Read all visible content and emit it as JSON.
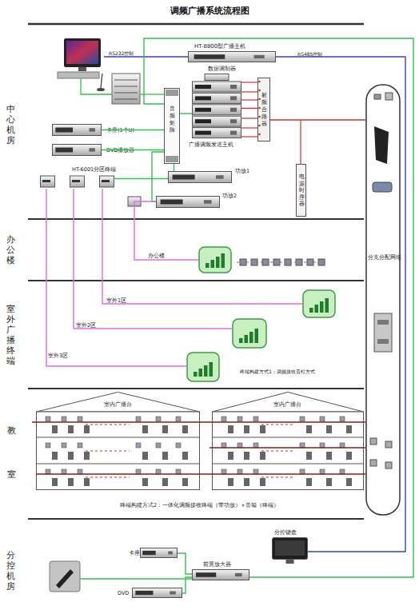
{
  "diagram": {
    "title": "调频广播系统流程图",
    "nodes": [
      {
        "text": [
          "中心机房"
        ]
      },
      {
        "text": [
          "HT-8800型广播主机"
        ],
        "in": 0
      },
      {
        "text": [
          "数据调制器",
          "广播调频发送主机"
        ],
        "in": 0
      },
      {
        "text": [
          "音频矩阵"
        ],
        "in": 0
      },
      {
        "text": [
          "射频合路器"
        ],
        "in": 0
      },
      {
        "text": [
          "卡座(1个U)"
        ],
        "in": 0
      },
      {
        "text": [
          "DVD播放器"
        ],
        "in": 0
      },
      {
        "text": [
          "HT-6001分区终端"
        ],
        "in": 0
      },
      {
        "text": [
          "功放1"
        ],
        "in": 0
      },
      {
        "text": [
          "功放2"
        ],
        "in": 0
      },
      {
        "text": [
          "电源时序器"
        ],
        "in": 0
      },
      {
        "text": [
          "办公楼"
        ]
      },
      {
        "text": [
          "办公楼"
        ],
        "in": 11
      },
      {
        "text": [
          "室外广播终端"
        ]
      },
      {
        "text": [
          "室外1区"
        ],
        "in": 13
      },
      {
        "text": [
          "室外2区"
        ],
        "in": 13
      },
      {
        "text": [
          "室外3区"
        ],
        "in": 13
      },
      {
        "text": [
          "教",
          "室"
        ]
      },
      {
        "text": [
          "室内广播台"
        ],
        "in": 17
      },
      {
        "text": [
          "室内广播台"
        ],
        "in": 17
      },
      {
        "text": [
          "分支分配网络"
        ]
      },
      {
        "text": [
          "分控机房"
        ]
      },
      {
        "text": [
          "卡座"
        ],
        "in": 21
      },
      {
        "text": [
          "前置放大器"
        ],
        "in": 21
      },
      {
        "text": [
          "DVD"
        ],
        "in": 21
      },
      {
        "text": [
          "分控键盘"
        ],
        "in": 21
      }
    ],
    "edges": [
      {
        "from": 1,
        "to": 25,
        "arrow": "none",
        "label": "RS485控制"
      },
      {
        "from": 3,
        "to": 23,
        "arrow": "none"
      },
      {
        "from": 5,
        "to": 3,
        "arrow": "none"
      },
      {
        "from": 6,
        "to": 3,
        "arrow": "none"
      },
      {
        "from": 3,
        "to": 2,
        "arrow": "none"
      },
      {
        "from": 2,
        "to": 4,
        "arrow": "none"
      },
      {
        "from": 4,
        "to": 20,
        "arrow": "none"
      },
      {
        "from": 3,
        "to": 8,
        "arrow": "none"
      },
      {
        "from": 3,
        "to": 9,
        "arrow": "none"
      },
      {
        "from": 8,
        "to": 7,
        "arrow": "none"
      },
      {
        "from": 9,
        "to": 12,
        "arrow": "none"
      },
      {
        "from": 7,
        "to": 14,
        "arrow": "none"
      },
      {
        "from": 7,
        "to": 15,
        "arrow": "none"
      },
      {
        "from": 7,
        "to": 16,
        "arrow": "none"
      },
      {
        "from": 20,
        "to": 18,
        "arrow": "none"
      },
      {
        "from": 20,
        "to": 19,
        "arrow": "none"
      },
      {
        "from": 22,
        "to": 23,
        "arrow": "none"
      },
      {
        "from": 24,
        "to": 23,
        "arrow": "none"
      }
    ],
    "labels": [
      "RS232控制",
      "终端构建方式1：调频接收音柱方式",
      "终端构建方式2：一体化调频接收终端（带功放）+音箱（终端）"
    ]
  }
}
